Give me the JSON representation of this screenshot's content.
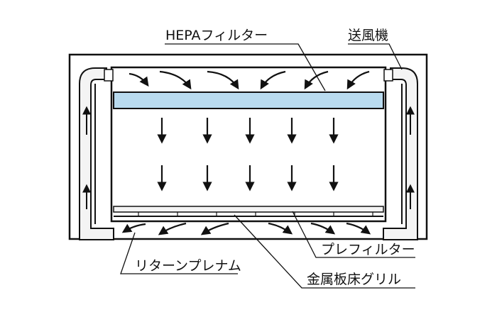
{
  "labels": {
    "hepa_filter": "HEPAフィルター",
    "blower": "送風機",
    "return_plenum": "リターンプレナム",
    "pre_filter": "プレフィルター",
    "metal_floor_grill": "金属板床グリル"
  },
  "colors": {
    "hepa_fill": "#b9dbef",
    "stroke": "#111111",
    "duct_fill": "#f4f4f4"
  }
}
